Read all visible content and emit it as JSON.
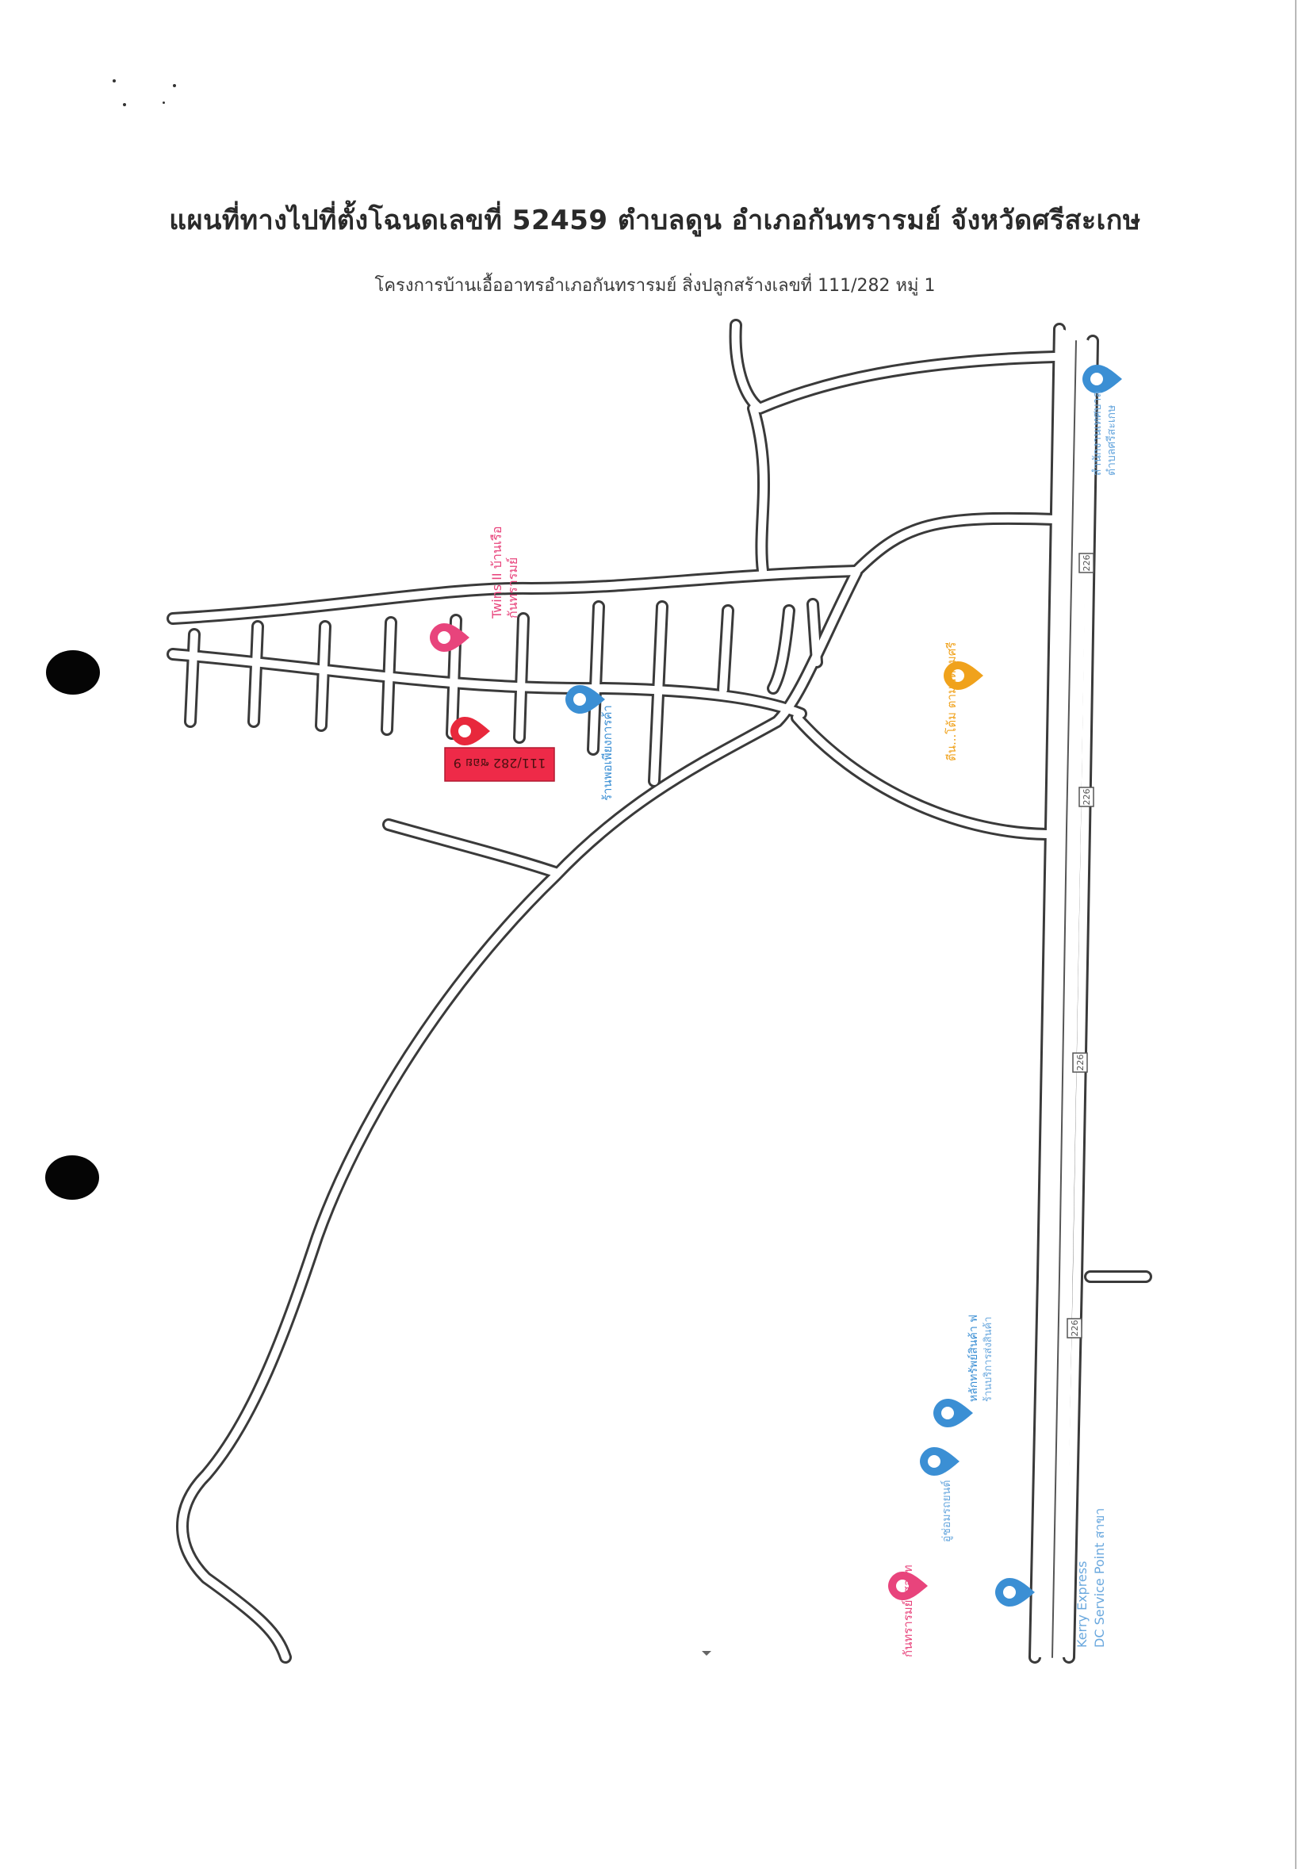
{
  "document": {
    "title": "แผนที่ทางไปที่ตั้งโฉนดเลขที่ 52459 ตำบลดูน อำเภอกันทรารมย์ จังหวัดศรีสะเกษ",
    "subtitle": "โครงการบ้านเอื้ออาทรอำเภอกันทรารมย์ สิ่งปลูกสร้างเลขที่ 111/282 หมู่ 1"
  },
  "map": {
    "target_label": "111/282 ซอย 9",
    "highway_number": "226",
    "colors": {
      "road_outline": "#3a3a3a",
      "target_marker": "#e8283c",
      "target_label_bg": "#ee2a48",
      "poi_pink": "#e8447c",
      "poi_blue": "#3b8fd4",
      "poi_orange": "#f0a21c"
    },
    "pois": [
      {
        "id": "twins",
        "label": "Twins II บ้านเรือ",
        "sub": "กันทรารมย์",
        "color": "pink",
        "icon": "lodging-icon"
      },
      {
        "id": "shop",
        "label": "ร้านพอเพียงการค้า",
        "sub": "",
        "color": "blue",
        "icon": "shop-icon"
      },
      {
        "id": "restaurant",
        "label": "ตีน...โต้ม ตามมีตามศรี",
        "sub": "",
        "color": "orange",
        "icon": "restaurant-icon"
      },
      {
        "id": "top-right",
        "label": "สำนักงานเทศบาล",
        "sub": "ตำบลศรีสะเกษ",
        "color": "blue",
        "icon": "place-pin-icon"
      },
      {
        "id": "electric",
        "label": "หลักทรัพย์สินค้า ฟ",
        "sub": "ร้านบริการส่งสินค้า",
        "color": "blue",
        "icon": "shop-icon"
      },
      {
        "id": "garage",
        "label": "อู่ช่อมรถยนต์",
        "sub": "",
        "color": "blue",
        "icon": "place-pin-icon"
      },
      {
        "id": "kerry",
        "label": "Kerry Express",
        "sub": "DC Service Point สาขา",
        "color": "blue",
        "icon": "place-pin-icon"
      },
      {
        "id": "hotel",
        "label": "กันทรารมย์รีสอร์ท",
        "sub": "",
        "color": "pink",
        "icon": "lodging-icon"
      }
    ]
  }
}
